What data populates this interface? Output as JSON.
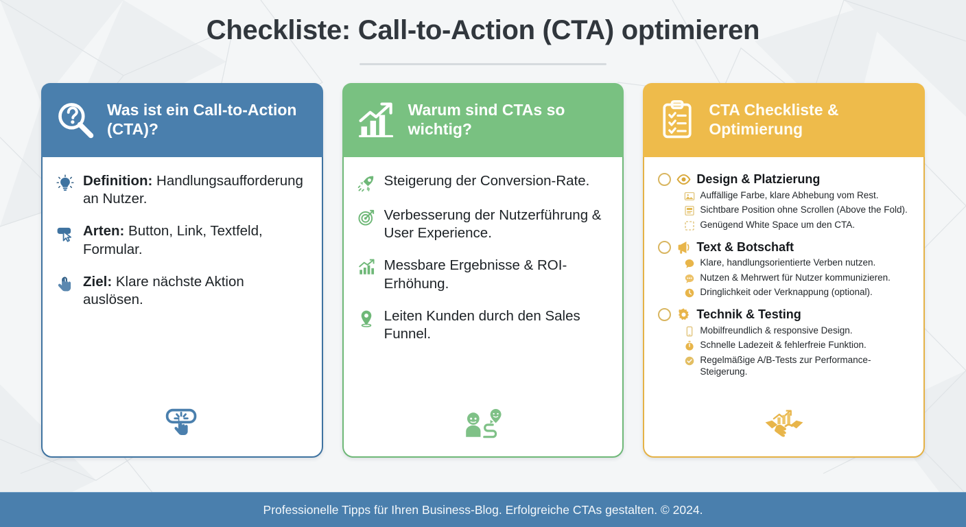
{
  "header": {
    "title": "Checkliste: Call-to-Action (CTA) optimieren"
  },
  "colors": {
    "blue": "#4a7fad",
    "green": "#79c181",
    "amber": "#eebb4b",
    "title_text": "#31373d",
    "background": "#f2f4f6",
    "card_background": "#ffffff"
  },
  "cards": [
    {
      "accent": "blue",
      "header_icon": "magnifier-question-icon",
      "title": "Was ist ein Call-to-Action (CTA)?",
      "items": [
        {
          "icon": "lightbulb-icon",
          "label": "Definition:",
          "text": " Handlungsaufforderung an Nutzer."
        },
        {
          "icon": "button-cursor-icon",
          "label": "Arten:",
          "text": " Button, Link, Textfeld, Formular."
        },
        {
          "icon": "tap-hand-icon",
          "label": "Ziel:",
          "text": " Klare nächste Aktion auslösen."
        }
      ],
      "footer_icon": "click-button-icon"
    },
    {
      "accent": "green",
      "header_icon": "growth-chart-icon",
      "title": "Warum sind CTAs so wichtig?",
      "items": [
        {
          "icon": "rocket-icon",
          "label": "",
          "text": "Steigerung der Conversion-Rate."
        },
        {
          "icon": "target-icon",
          "label": "",
          "text": "Verbesserung der Nutzerführung & User Experience."
        },
        {
          "icon": "bar-chart-up-icon",
          "label": "",
          "text": "Messbare Ergebnisse & ROI-Erhöhung."
        },
        {
          "icon": "location-pin-icon",
          "label": "",
          "text": "Leiten Kunden durch den Sales Funnel."
        }
      ],
      "footer_icon": "customer-journey-icon"
    },
    {
      "accent": "amber",
      "header_icon": "clipboard-checklist-icon",
      "title": "CTA Checkliste & Optimierung",
      "sections": [
        {
          "icon": "eye-icon",
          "title": "Design & Platzierung",
          "subitems": [
            {
              "icon": "image-icon",
              "text": "Auffällige Farbe, klare Abhebung vom Rest."
            },
            {
              "icon": "layout-position-icon",
              "text": "Sichtbare Position ohne Scrollen (Above the Fold)."
            },
            {
              "icon": "dashed-box-icon",
              "text": "Genügend White Space um den CTA."
            }
          ]
        },
        {
          "icon": "megaphone-icon",
          "title": "Text & Botschaft",
          "subitems": [
            {
              "icon": "speech-bubble-icon",
              "text": "Klare, handlungsorientierte Verben nutzen."
            },
            {
              "icon": "chat-dots-icon",
              "text": "Nutzen & Mehrwert für Nutzer kommunizieren."
            },
            {
              "icon": "clock-icon",
              "text": "Dringlichkeit oder Verknappung (optional)."
            }
          ]
        },
        {
          "icon": "gear-icon",
          "title": "Technik & Testing",
          "subitems": [
            {
              "icon": "mobile-phone-icon",
              "text": "Mobilfreundlich & responsive Design."
            },
            {
              "icon": "stopwatch-icon",
              "text": "Schnelle Ladezeit & fehlerfreie Funktion."
            },
            {
              "icon": "check-circle-icon",
              "text": "Regelmäßige A/B-Tests zur Performance-Steigerung."
            }
          ]
        }
      ],
      "footer_icon": "handshake-growth-icon"
    }
  ],
  "footer": {
    "text": "Professionelle Tipps für Ihren Business-Blog. Erfolgreiche CTAs gestalten. © 2024."
  }
}
